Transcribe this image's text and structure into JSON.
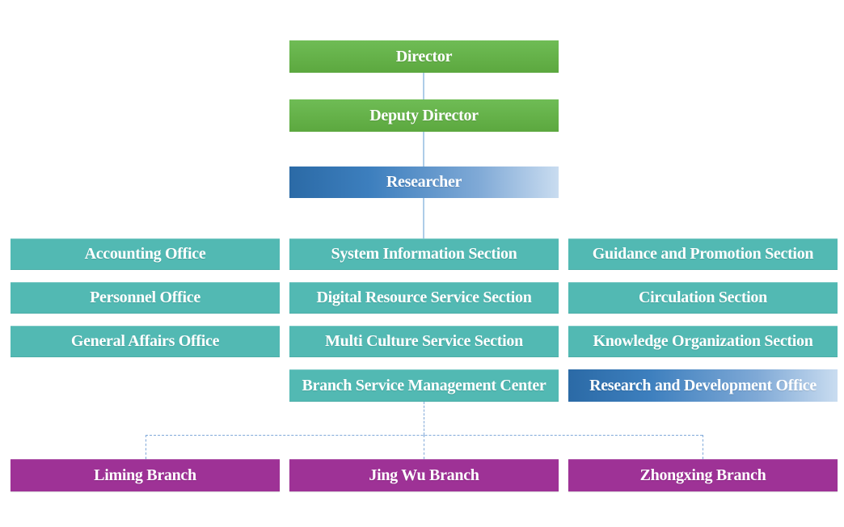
{
  "nodes": {
    "director": "Director",
    "deputy_director": "Deputy Director",
    "researcher": "Researcher",
    "left_column": [
      "Accounting Office",
      "Personnel Office",
      "General Affairs Office"
    ],
    "middle_column": [
      "System Information Section",
      "Digital Resource Service Section",
      "Multi Culture Service Section",
      "Branch Service Management Center"
    ],
    "right_column": [
      "Guidance and Promotion Section",
      "Circulation Section",
      "Knowledge Organization Section",
      "Research and Development Office"
    ],
    "branches": [
      "Liming Branch",
      "Jing Wu Branch",
      "Zhongxing Branch"
    ]
  },
  "colors": {
    "background": "#FFFFFF",
    "text": "#FFFFFF",
    "green_top": "#6FBC55",
    "green_bottom": "#5CA83F",
    "teal": "#52B9B3",
    "blue_dark": "#2B6AA6",
    "blue_light": "#C9DCF0",
    "purple": "#9E3296",
    "connector_solid": "#AECDE8",
    "connector_dashed": "#7FA8D9"
  }
}
